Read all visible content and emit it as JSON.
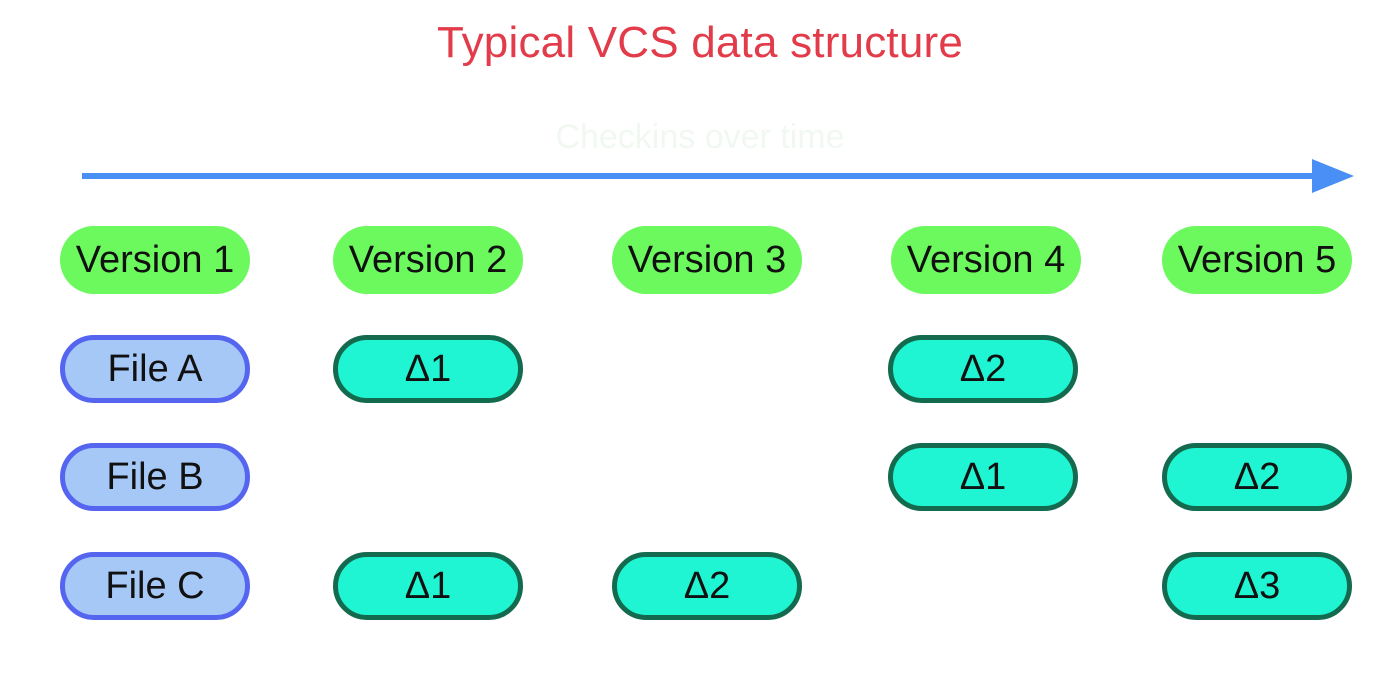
{
  "title": "Typical VCS data structure",
  "timeline": {
    "label": "Checkins over time",
    "color": "#4a8ff5"
  },
  "versions": [
    "Version 1",
    "Version 2",
    "Version 3",
    "Version 4",
    "Version 5"
  ],
  "files": [
    {
      "name": "File A",
      "cells": [
        "Δ1",
        "",
        "Δ2",
        ""
      ]
    },
    {
      "name": "File B",
      "cells": [
        "",
        "",
        "Δ1",
        "Δ2"
      ]
    },
    {
      "name": "File C",
      "cells": [
        "Δ1",
        "Δ2",
        "",
        "Δ3"
      ]
    }
  ],
  "colors": {
    "title": "#e23b4a",
    "version_fill": "#6cf95e",
    "file_fill": "#a6c8f7",
    "file_border": "#5565f0",
    "delta_fill": "#1ff5d2",
    "delta_border": "#136a4f"
  }
}
